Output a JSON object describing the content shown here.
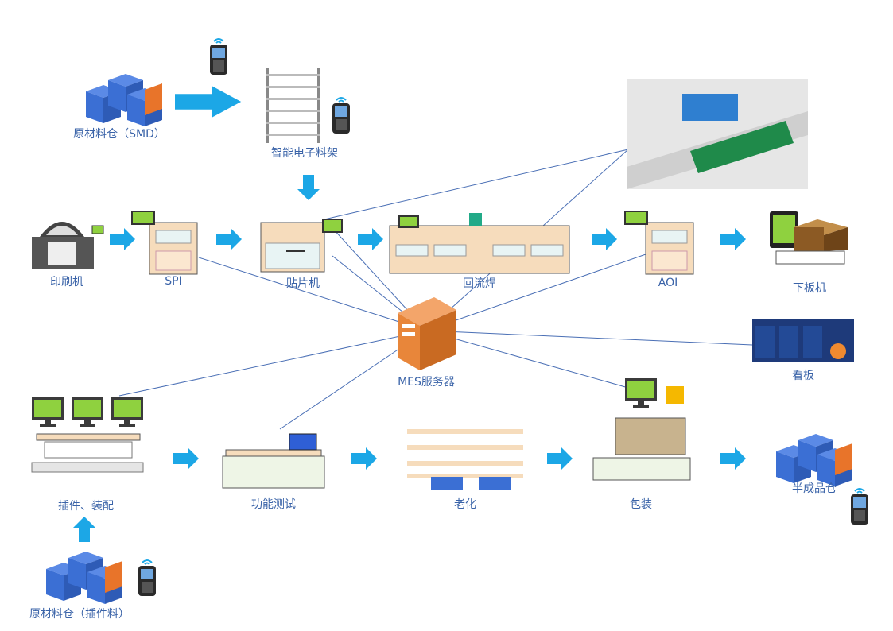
{
  "nodes": {
    "raw_smd": "原材料仓（SMD）",
    "smart_rack": "智能电子料架",
    "printer": "印刷机",
    "spi": "SPI",
    "mounter": "贴片机",
    "reflow": "回流焊",
    "aoi": "AOI",
    "unloader": "下板机",
    "mes": "MES服务器",
    "kanban": "看板",
    "insert": "插件、装配",
    "func_test": "功能测试",
    "aging": "老化",
    "packing": "包装",
    "semi_store": "半成品仓",
    "raw_insert": "原材料仓（插件料）"
  },
  "colors": {
    "label": "#3a63a8",
    "arrow": "#1ca7e6",
    "line": "#4a6fb5",
    "cube_blue": "#3b6fd4",
    "cube_orange": "#e8742a",
    "machine_body": "#f6dcbc",
    "machine_panel": "#e8f4f4",
    "screen_green": "#8fd13f",
    "server": "#e8863a"
  },
  "icons": [
    "cube-stack-icon",
    "scanner-icon",
    "rack-icon",
    "machine-icon",
    "server-icon",
    "monitor-icon",
    "printer-icon",
    "board-icon"
  ]
}
